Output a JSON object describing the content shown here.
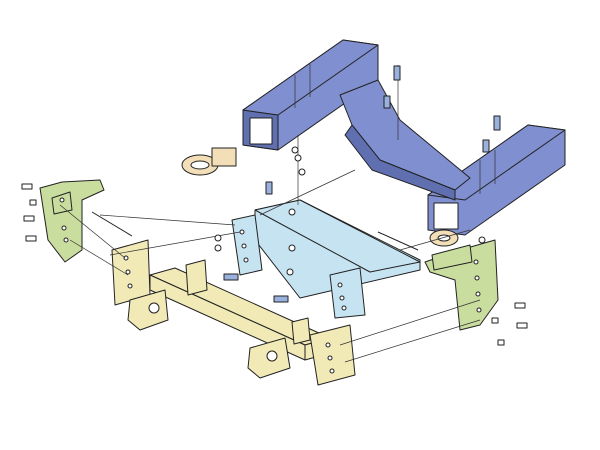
{
  "colors": {
    "background": "#ffffff",
    "receiver_tubes": "#7f8fcf",
    "receiver_tubes_dark": "#5f6fb0",
    "bracket_plate": "#c6e3f2",
    "side_brackets": "#c9dd9f",
    "crossbar": "#f1eab6",
    "tow_hooks": "#f2dfb8",
    "bolts": "#9ab0dd",
    "hardware_white": "#ffffff",
    "outline": "#222222"
  },
  "parts": {
    "receiver_frame": "receiver-frame-assembly",
    "hitch_plate": "center-mounting-plate",
    "crossbar": "lower-crossbar",
    "left_bracket": "left-side-bracket",
    "right_bracket": "right-side-bracket",
    "left_hook": "left-tow-hook",
    "right_hook": "right-tow-hook"
  }
}
